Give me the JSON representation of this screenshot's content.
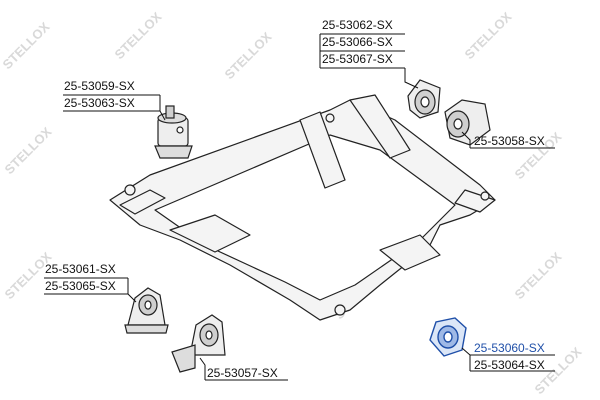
{
  "watermark": "STELLOX",
  "labels": {
    "g1": [
      "25-53062-SX",
      "25-53066-SX",
      "25-53067-SX"
    ],
    "g2": [
      "25-53059-SX",
      "25-53063-SX"
    ],
    "g3": [
      "25-53058-SX"
    ],
    "g4": [
      "25-53061-SX",
      "25-53065-SX"
    ],
    "g5": [
      "25-53057-SX"
    ],
    "g6": [
      "25-53060-SX",
      "25-53064-SX"
    ]
  },
  "colors": {
    "highlight": "#1f4fa8",
    "line": "#111111",
    "watermark": "#d7d7d7"
  }
}
